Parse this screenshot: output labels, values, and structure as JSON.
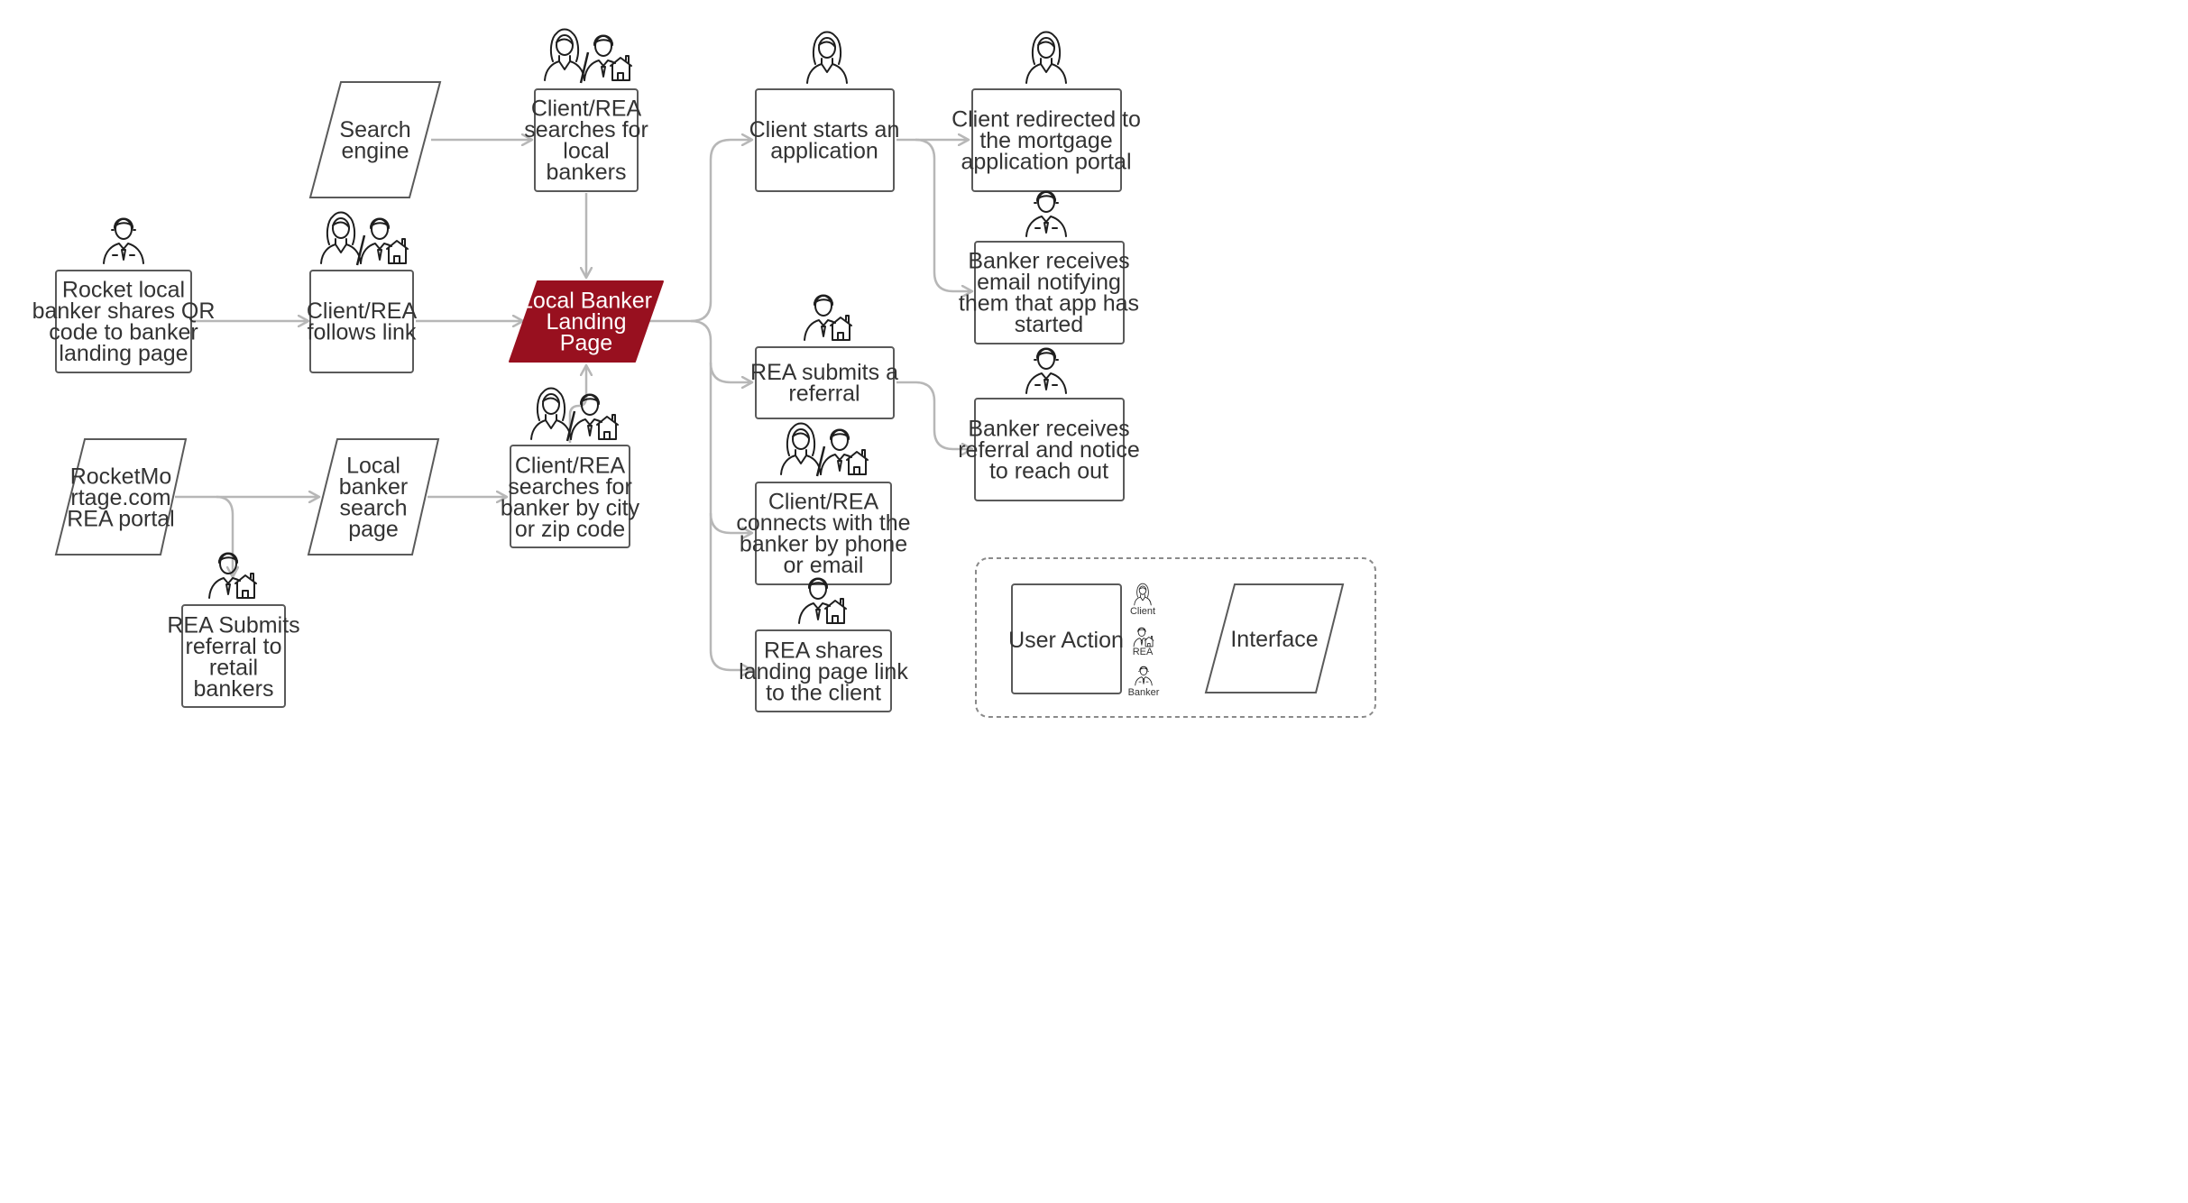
{
  "colors": {
    "accent": "#98101f",
    "node_border": "#5a5a5a",
    "connector": "#b7b7b7",
    "text": "#333333"
  },
  "nodes": {
    "search_engine": "Search\nengine",
    "client_rea_searches_local": "Client/REA\nsearches for\nlocal\nbankers",
    "rocket_banker_qr": "Rocket local\nbanker shares QR\ncode to banker\nlanding page",
    "client_rea_follows_link": "Client/REA\nfollows link",
    "local_banker_landing_page": "Local Banker\nLanding\nPage",
    "rocketmortgage_rea_portal": "RocketMo\nrtage.com\nREA portal",
    "local_banker_search_page": "Local\nbanker\nsearch\npage",
    "client_rea_searches_city_zip": "Client/REA\nsearches for\nbanker by city\nor zip code",
    "rea_submits_retail": "REA Submits\nreferral to\nretail\nbankers",
    "client_starts_application": "Client starts an\napplication",
    "client_redirected_portal": "Client redirected to\nthe mortgage\napplication portal",
    "banker_receives_email": "Banker receives\nemail notifying\nthem that app has\nstarted",
    "rea_submits_referral": "REA submits a\nreferral",
    "banker_receives_referral": "Banker receives\nreferral and notice\nto reach out",
    "client_rea_connects": "Client/REA\nconnects with the\nbanker by phone\nor email",
    "rea_shares_link": "REA shares\nlanding page link\nto the client"
  },
  "legend": {
    "user_action": "User Action",
    "interface": "Interface",
    "client": "Client",
    "rea": "REA",
    "banker": "Banker"
  }
}
